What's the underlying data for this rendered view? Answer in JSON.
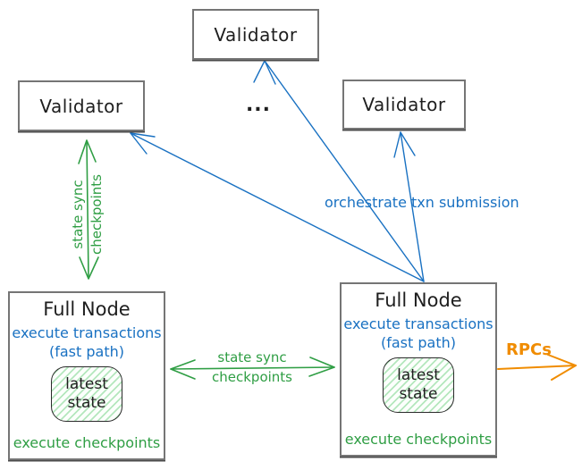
{
  "colors": {
    "green": "#2f9e44",
    "blue": "#1971c2",
    "orange": "#f08c00",
    "box_border": "#757575",
    "text": "#1e1e1e"
  },
  "validators": [
    {
      "position": "top",
      "label": "Validator"
    },
    {
      "position": "left",
      "label": "Validator"
    },
    {
      "position": "right",
      "label": "Validator"
    }
  ],
  "ellipsis": "...",
  "full_nodes": [
    {
      "position": "left",
      "title": "Full Node",
      "execute_line1": "execute transactions",
      "execute_line2": "(fast path)",
      "state_line1": "latest",
      "state_line2": "state",
      "footer": "execute checkpoints"
    },
    {
      "position": "right",
      "title": "Full Node",
      "execute_line1": "execute transactions",
      "execute_line2": "(fast path)",
      "state_line1": "latest",
      "state_line2": "state",
      "footer": "execute checkpoints"
    }
  ],
  "edge_labels": {
    "validator_fullnode_sync": {
      "line1": "state sync",
      "line2": "checkpoints"
    },
    "fullnode_fullnode_sync": {
      "line1": "state sync",
      "line2": "checkpoints"
    },
    "orchestrate": "orchestrate txn submission",
    "rpcs": "RPCs"
  }
}
